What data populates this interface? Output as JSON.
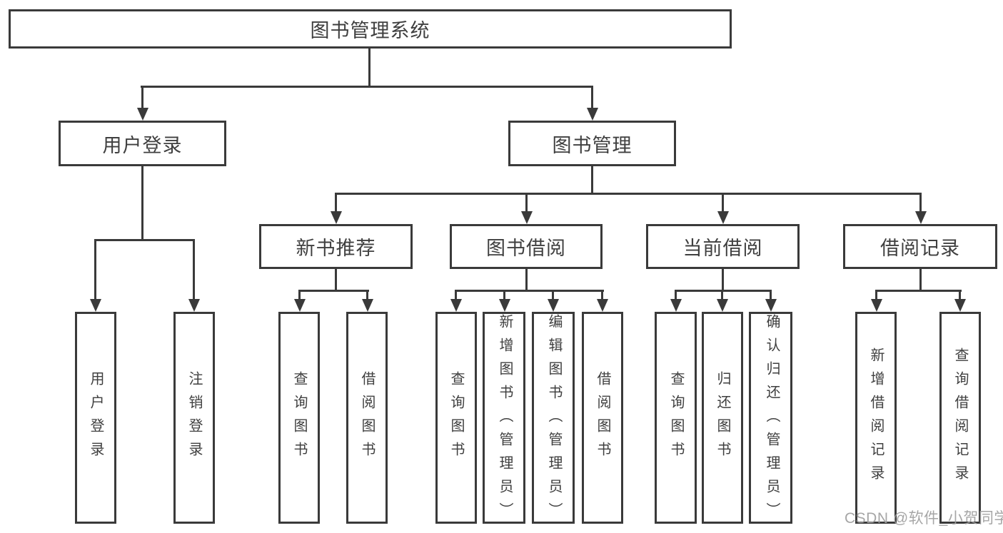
{
  "diagram": {
    "root": {
      "label": "图书管理系统"
    },
    "level2": {
      "user_login": {
        "label": "用户登录"
      },
      "book_management": {
        "label": "图书管理"
      }
    },
    "level3": {
      "new_book_recommend": {
        "label": "新书推荐"
      },
      "book_borrowing": {
        "label": "图书借阅"
      },
      "current_borrowing": {
        "label": "当前借阅"
      },
      "borrowing_records": {
        "label": "借阅记录"
      }
    },
    "leaves": {
      "user_login": {
        "login": "用户登录",
        "logout": "注销登录"
      },
      "new_book_recommend": {
        "query_books": "查询图书",
        "borrow_books": "借阅图书"
      },
      "book_borrowing": {
        "query_books": "查询图书",
        "add_books_admin": "新增图书（管理员）",
        "edit_books_admin": "编辑图书（管理员）",
        "borrow_books": "借阅图书"
      },
      "current_borrowing": {
        "query_books": "查询图书",
        "return_books": "归还图书",
        "confirm_return_admin": "确认归还（管理员）"
      },
      "borrowing_records": {
        "add_record": "新增借阅记录",
        "query_record": "查询借阅记录"
      }
    }
  },
  "watermark": {
    "text": "CSDN @软件_小贺同学"
  },
  "colors": {
    "line": "#3a3a3a",
    "text": "#3f3f3f",
    "background": "#ffffff",
    "watermark": "#9e9e9e"
  }
}
